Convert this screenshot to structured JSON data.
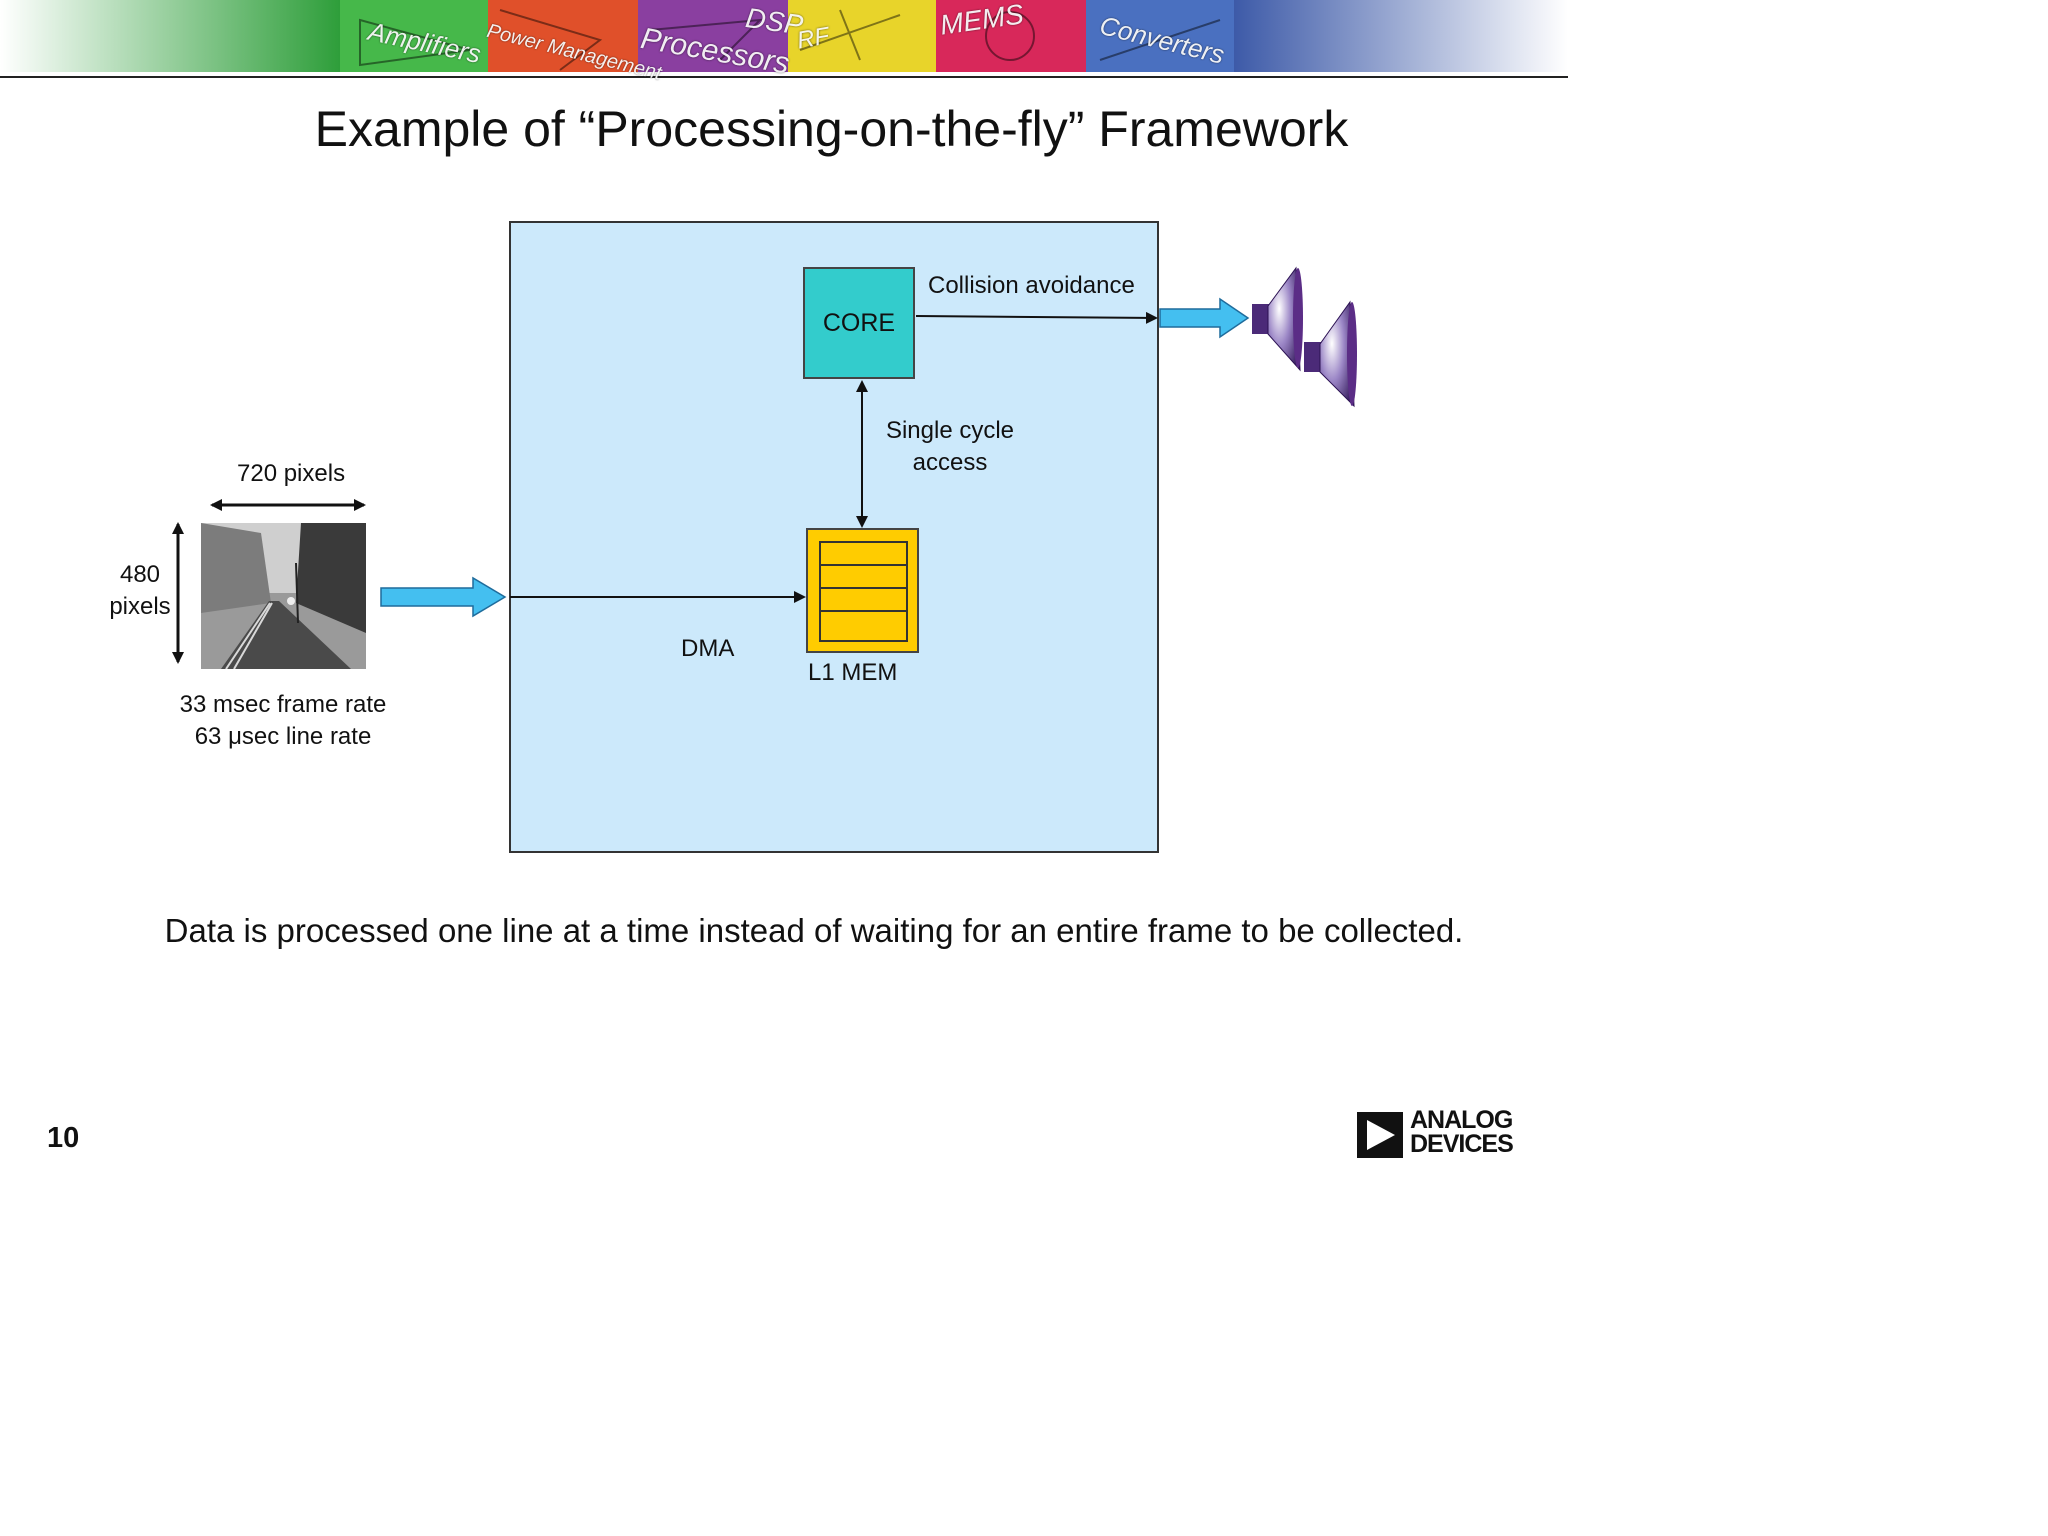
{
  "banner": {
    "segments": [
      "Amplifiers",
      "Power Management",
      "Processors",
      "DSP",
      "RF",
      "MEMS",
      "Converters"
    ]
  },
  "title": "Example of “Processing-on-the-fly” Framework",
  "diagram": {
    "core_label": "CORE",
    "collision_label": "Collision avoidance",
    "single_cycle_label_line1": "Single cycle",
    "single_cycle_label_line2": "access",
    "dma_label": "DMA",
    "l1mem_label": "L1 MEM",
    "width_label": "720 pixels",
    "height_label_line1": "480",
    "height_label_line2": "pixels",
    "frame_rate": "33 msec frame rate",
    "line_rate": "63 μsec line rate"
  },
  "colors": {
    "processor_bg": "#cce9fb",
    "core_fill": "#33cccc",
    "memory_fill": "#ffcc00",
    "arrow_fill": "#44bff0",
    "speaker": "#5b2d86"
  },
  "footnote": "Data is processed one line at a time instead of waiting for an entire frame to be collected.",
  "page_number": "10",
  "logo": {
    "line1": "ANALOG",
    "line2": "DEVICES"
  }
}
